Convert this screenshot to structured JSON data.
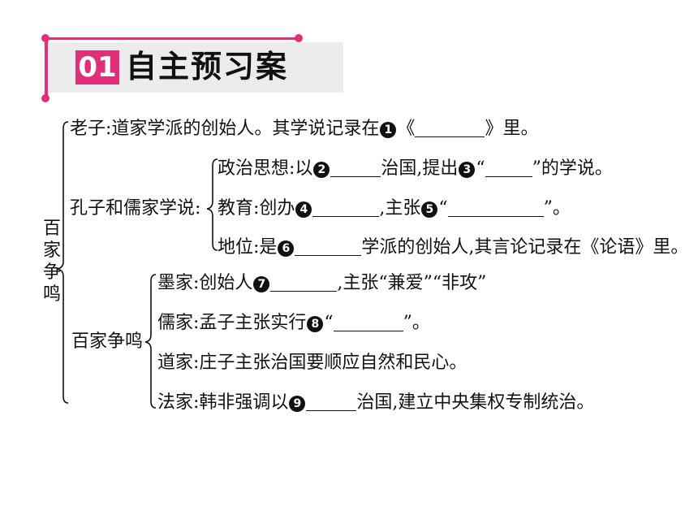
{
  "header": {
    "number": "01",
    "title": "自主预习案"
  },
  "root_label": "百家争鸣",
  "laozi": {
    "text_a": "老子:道家学派的创始人。其学说记录在",
    "n1": "1",
    "text_b": "《",
    "text_c": "》里。"
  },
  "kongzi": {
    "label": "孔子和儒家学说:",
    "l1": {
      "a": "政治思想:以",
      "n2": "2",
      "b": "治国,提出",
      "n3": "3",
      "c": "“",
      "d": "”的学说。"
    },
    "l2": {
      "a": "教育:创办",
      "n4": "4",
      "b": ",主张",
      "n5": "5",
      "c": "“",
      "d": "”。"
    },
    "l3": {
      "a": "地位:是",
      "n6": "6",
      "b": "学派的创始人,其言论记录在《论语》里。"
    }
  },
  "baijia": {
    "label": "百家争鸣",
    "l1": {
      "a": "墨家:创始人",
      "n7": "7",
      "b": ",主张“兼爱”“非攻”"
    },
    "l2": {
      "a": "儒家:孟子主张实行",
      "n8": "8",
      "b": "“",
      "c": "”。"
    },
    "l3": {
      "a": "道家:庄子主张治国要顺应自然和民心。"
    },
    "l4": {
      "a": "法家:韩非强调以",
      "n9": "9",
      "b": "治国,建立中央集权专制统治。"
    }
  },
  "colors": {
    "accent": "#e0307a",
    "header_bg": "#ececec",
    "text": "#111111"
  }
}
